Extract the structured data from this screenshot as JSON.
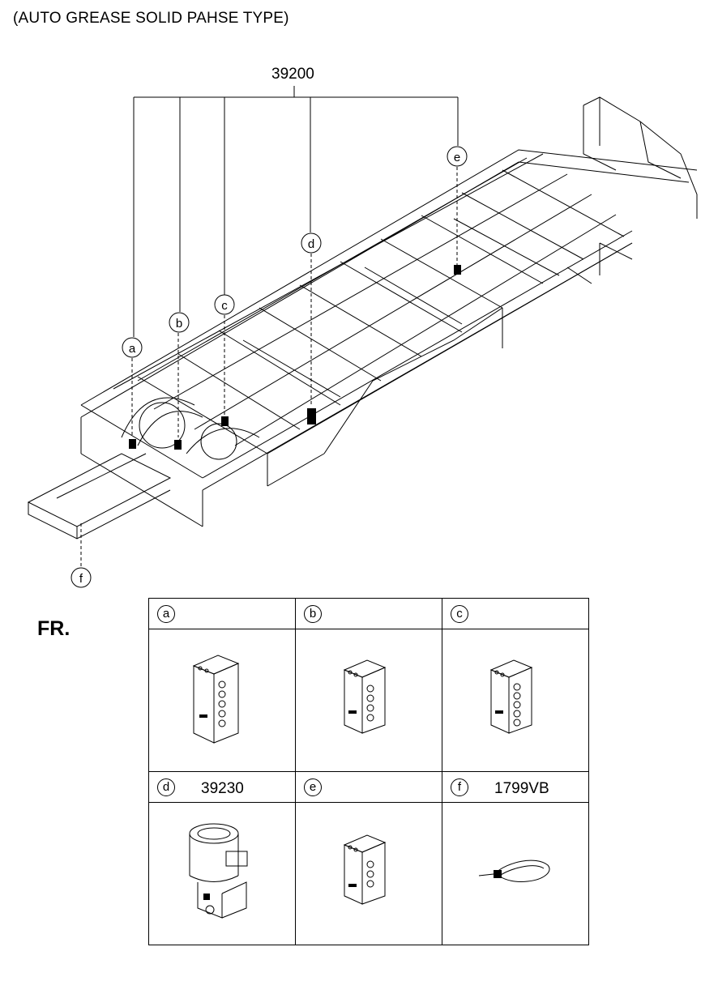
{
  "title": "(AUTO GREASE SOLID PAHSE TYPE)",
  "assembly_part_number": "39200",
  "front_label": "FR.",
  "callouts": [
    "a",
    "b",
    "c",
    "d",
    "e",
    "f"
  ],
  "table": {
    "cells": [
      {
        "letter": "a",
        "part_number": ""
      },
      {
        "letter": "b",
        "part_number": ""
      },
      {
        "letter": "c",
        "part_number": ""
      },
      {
        "letter": "d",
        "part_number": "39230"
      },
      {
        "letter": "e",
        "part_number": ""
      },
      {
        "letter": "f",
        "part_number": "1799VB"
      }
    ]
  }
}
